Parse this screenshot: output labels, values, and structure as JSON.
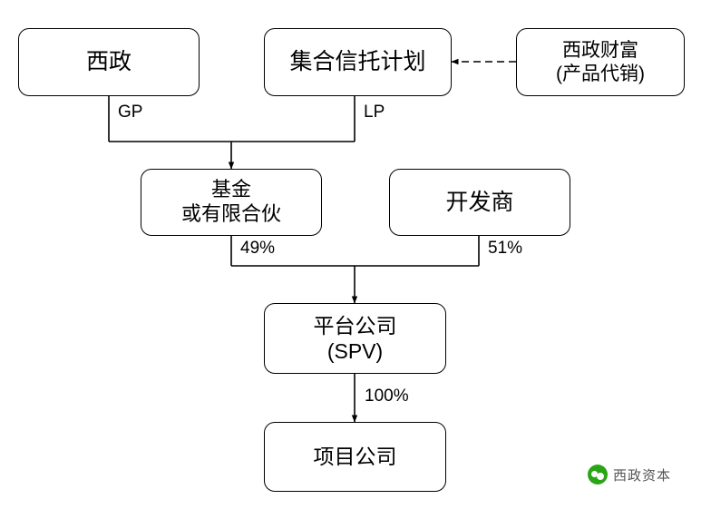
{
  "diagram": {
    "type": "org-structure-flowchart",
    "nodes": [
      {
        "id": "xizheng",
        "line1": "西政",
        "line2": ""
      },
      {
        "id": "trust-plan",
        "line1": "集合信托计划",
        "line2": ""
      },
      {
        "id": "xizheng-wealth",
        "line1": "西政财富",
        "line2": "(产品代销)"
      },
      {
        "id": "fund",
        "line1": "基金",
        "line2": "或有限合伙"
      },
      {
        "id": "developer",
        "line1": "开发商",
        "line2": ""
      },
      {
        "id": "platform",
        "line1": "平台公司",
        "line2": "(SPV)"
      },
      {
        "id": "project",
        "line1": "项目公司",
        "line2": ""
      }
    ],
    "edge_labels": {
      "gp": "GP",
      "lp": "LP",
      "fund_share": "49%",
      "developer_share": "51%",
      "platform_share": "100%"
    }
  },
  "watermark": {
    "icon": "wechat-icon",
    "text": "西政资本"
  },
  "colors": {
    "stroke": "#000000",
    "background": "#ffffff",
    "watermark_green": "#2aa515",
    "watermark_text": "#555555"
  }
}
